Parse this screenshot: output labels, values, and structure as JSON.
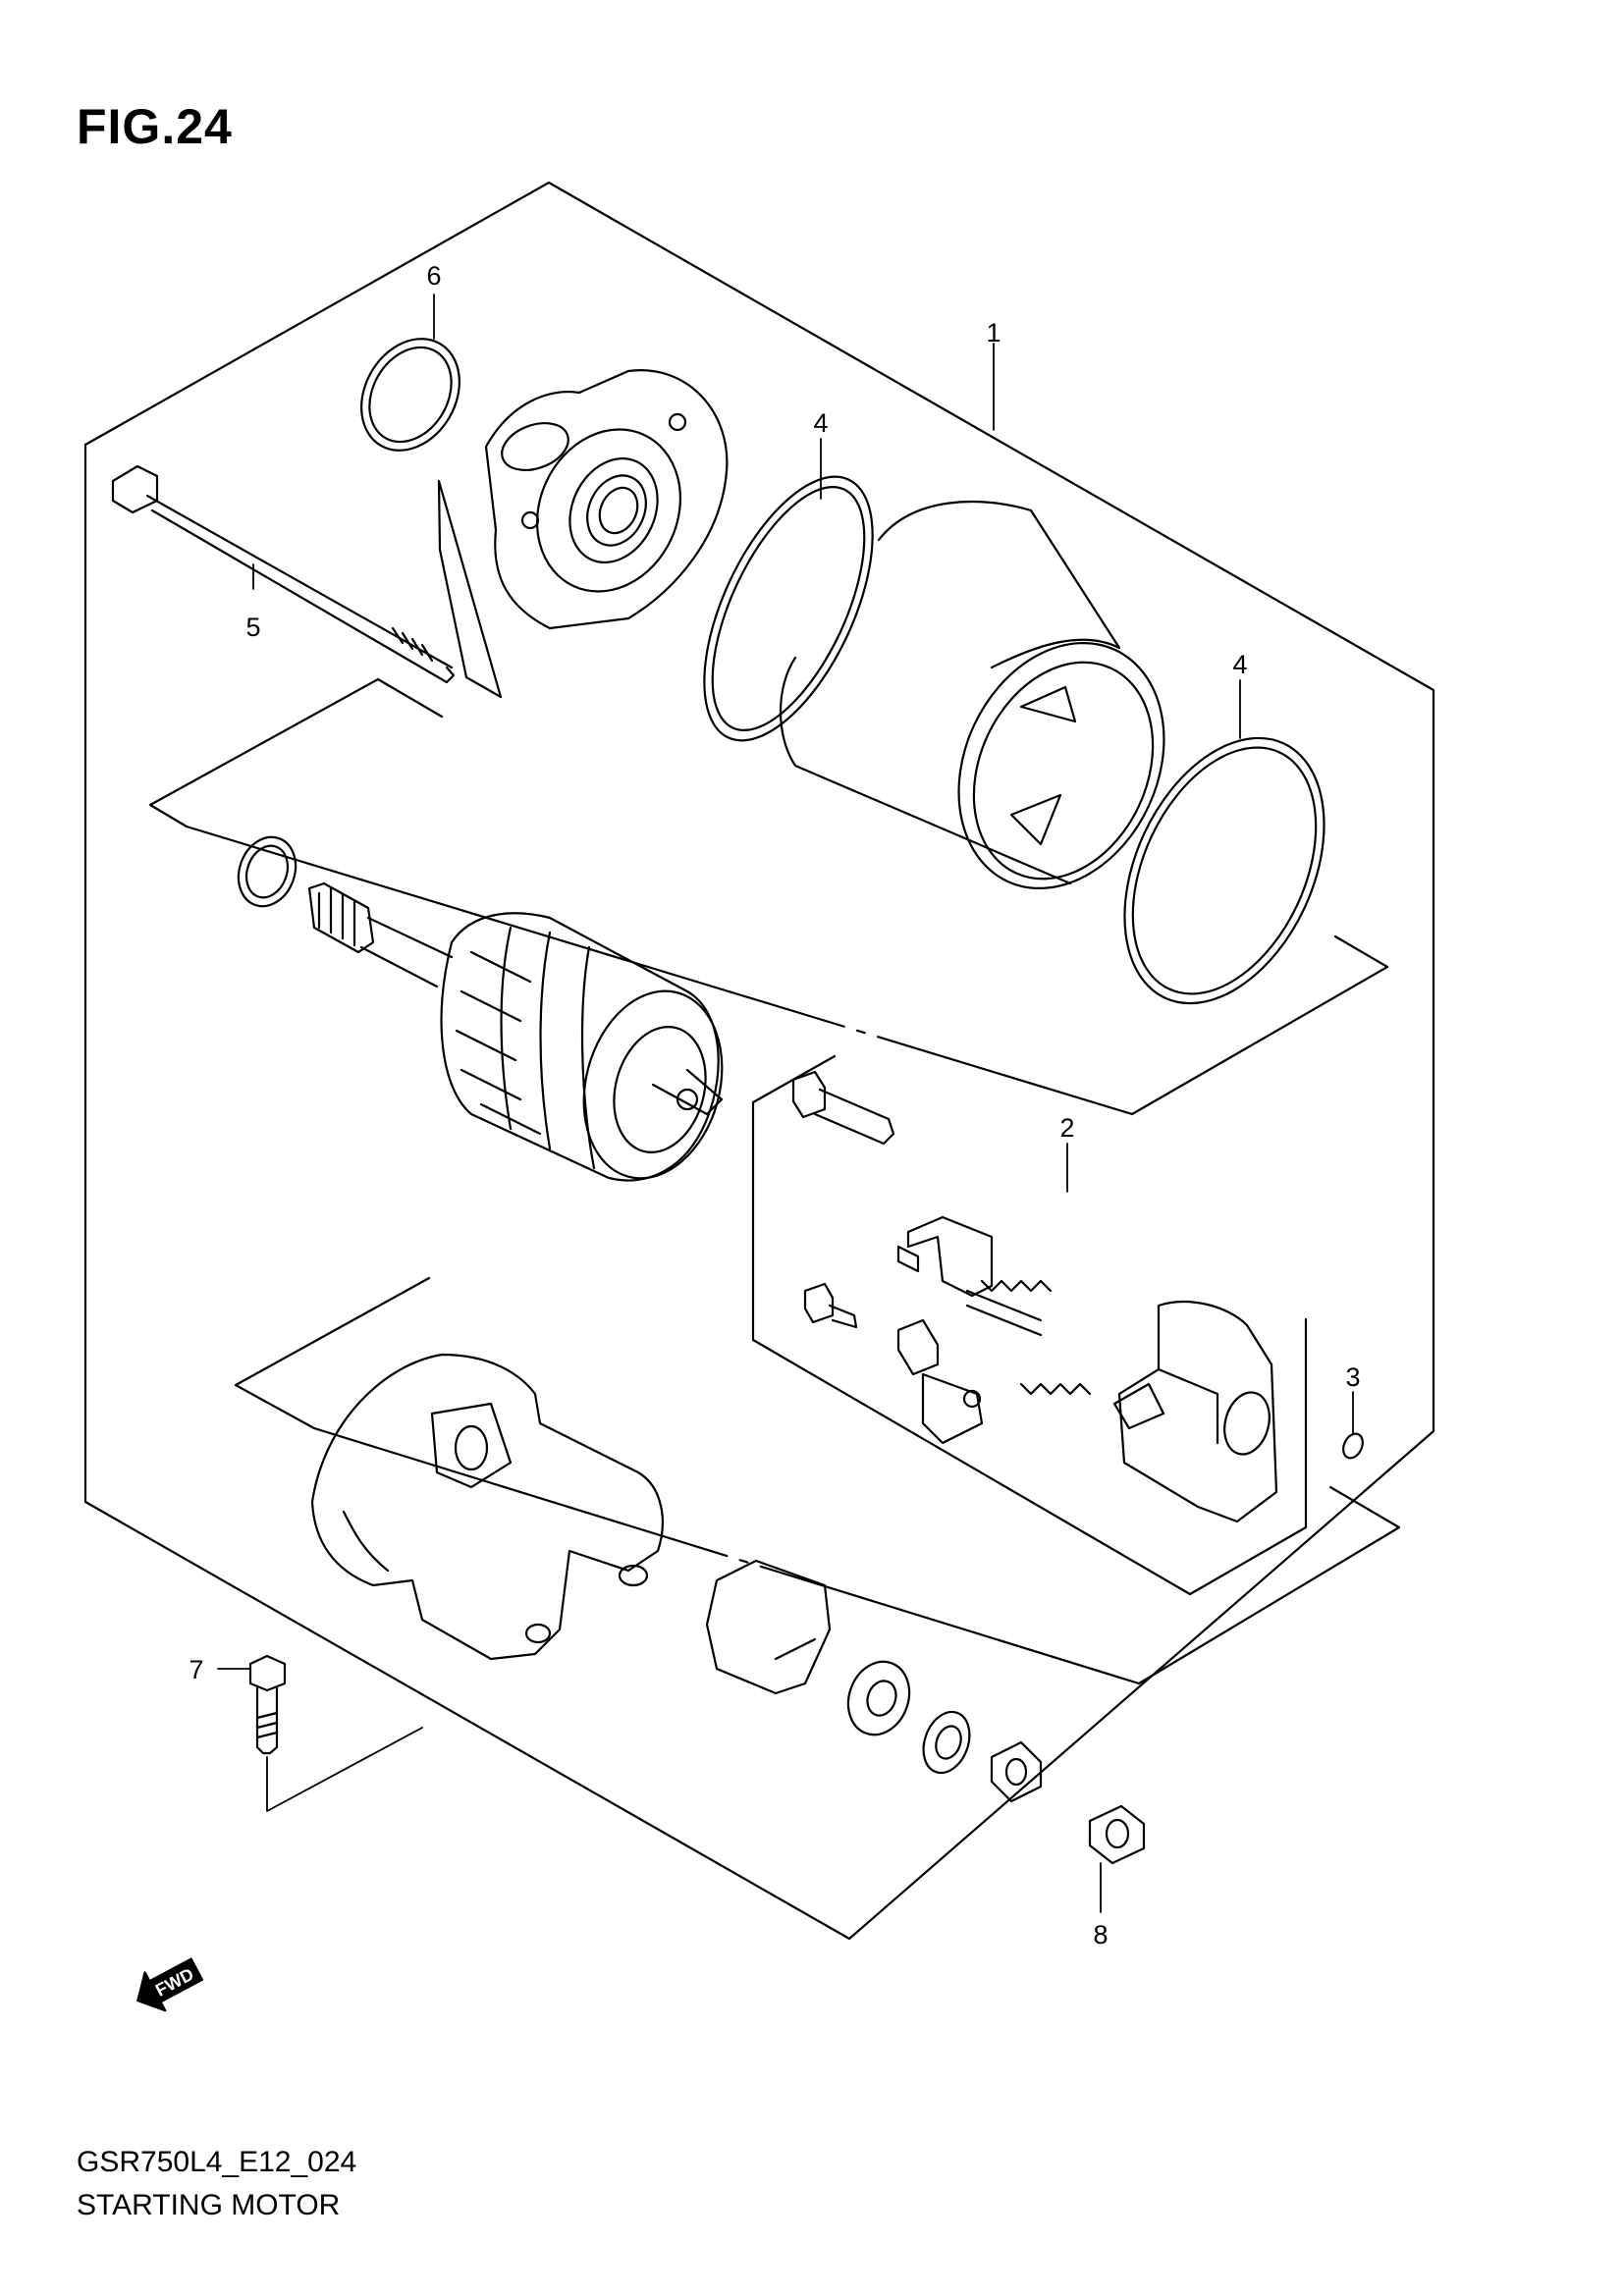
{
  "figure_title": "FIG.24",
  "footer": {
    "model_code": "GSR750L4_E12_024",
    "section_name": "STARTING MOTOR"
  },
  "callouts": {
    "c1": "1",
    "c2": "2",
    "c3": "3",
    "c4a": "4",
    "c4b": "4",
    "c5": "5",
    "c6": "6",
    "c7": "7",
    "c8": "8"
  },
  "fwd_label": "FWD"
}
